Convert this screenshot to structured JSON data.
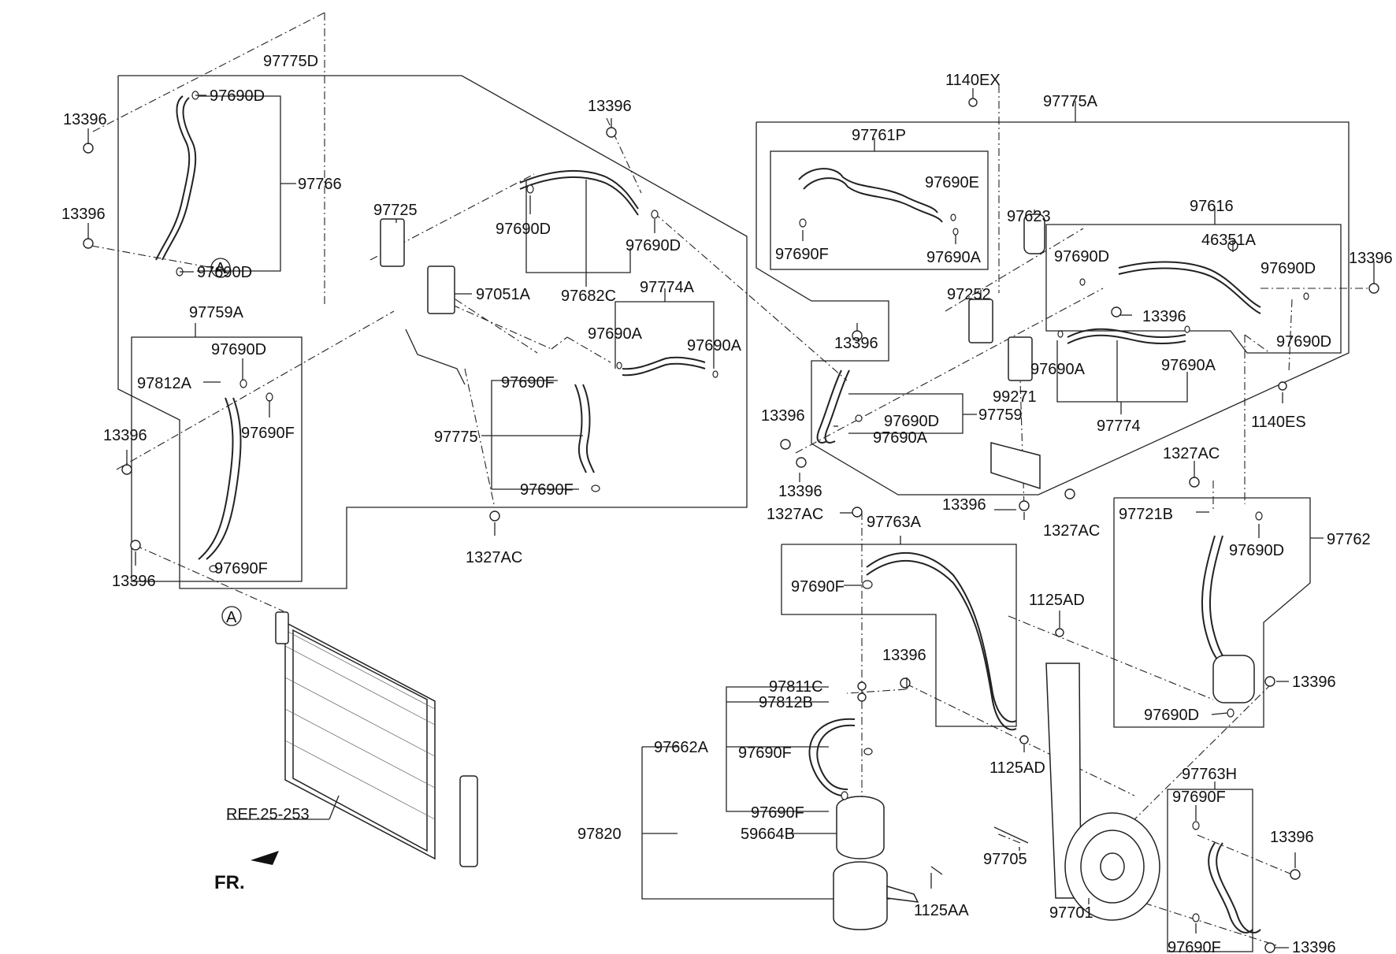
{
  "callouts": {
    "p97775D": "97775D",
    "p13396a": "13396",
    "p97690D_a": "97690D",
    "p97766": "97766",
    "p13396b": "13396",
    "p97690D_b": "97690D",
    "markA1": "A",
    "p97759A": "97759A",
    "p97690D_c": "97690D",
    "p97812A": "97812A",
    "p97690F_a": "97690F",
    "p13396c": "13396",
    "p97690F_b": "97690F",
    "p13396d": "13396",
    "p97725": "97725",
    "p97051A": "97051A",
    "p13396e": "13396",
    "p97690D_d": "97690D",
    "p97690D_e": "97690D",
    "p97682C": "97682C",
    "p97774A": "97774A",
    "p97690A_a": "97690A",
    "p97690A_b": "97690A",
    "p97690F_c": "97690F",
    "p97775": "97775",
    "p97690F_d": "97690F",
    "p1327AC_a": "1327AC",
    "markA2": "A",
    "ref": "REF.25-253",
    "fr": "FR.",
    "p1140EX": "1140EX",
    "p97775A": "97775A",
    "p97761P": "97761P",
    "p97690E": "97690E",
    "p97690F_e": "97690F",
    "p97690A_c": "97690A",
    "p97623": "97623",
    "p13396f": "13396",
    "p97616": "97616",
    "p46351A": "46351A",
    "p97690D_f": "97690D",
    "p97690D_g": "97690D",
    "p13396g": "13396",
    "p97690D_h": "97690D",
    "p97252": "97252",
    "p13396h": "13396",
    "p97690A_d": "97690A",
    "p97690A_e": "97690A",
    "p99271": "99271",
    "p97774": "97774",
    "p13396i": "13396",
    "p97690D_i": "97690D",
    "p97759": "97759",
    "p97690A_f": "97690A",
    "p13396j": "13396",
    "p13396k": "13396",
    "p1327AC_b": "1327AC",
    "p1140ES": "1140ES",
    "p1327AC_c": "1327AC",
    "p1327AC_d": "1327AC",
    "p97763A": "97763A",
    "p97690F_f": "97690F",
    "p97721B": "97721B",
    "p97762": "97762",
    "p97690D_j": "97690D",
    "p1125AD_a": "1125AD",
    "p13396l": "13396",
    "p97811C": "97811C",
    "p97812B": "97812B",
    "p97662A": "97662A",
    "p97690F_g": "97690F",
    "p97690F_h": "97690F",
    "p97820": "97820",
    "p59664B": "59664B",
    "p1125AD_b": "1125AD",
    "p13396m": "13396",
    "p97690D_k": "97690D",
    "p97763H": "97763H",
    "p97690F_i": "97690F",
    "p13396n": "13396",
    "p97705": "97705",
    "p97701": "97701",
    "p1125AA": "1125AA",
    "p97690F_j": "97690F",
    "p13396o": "13396"
  }
}
